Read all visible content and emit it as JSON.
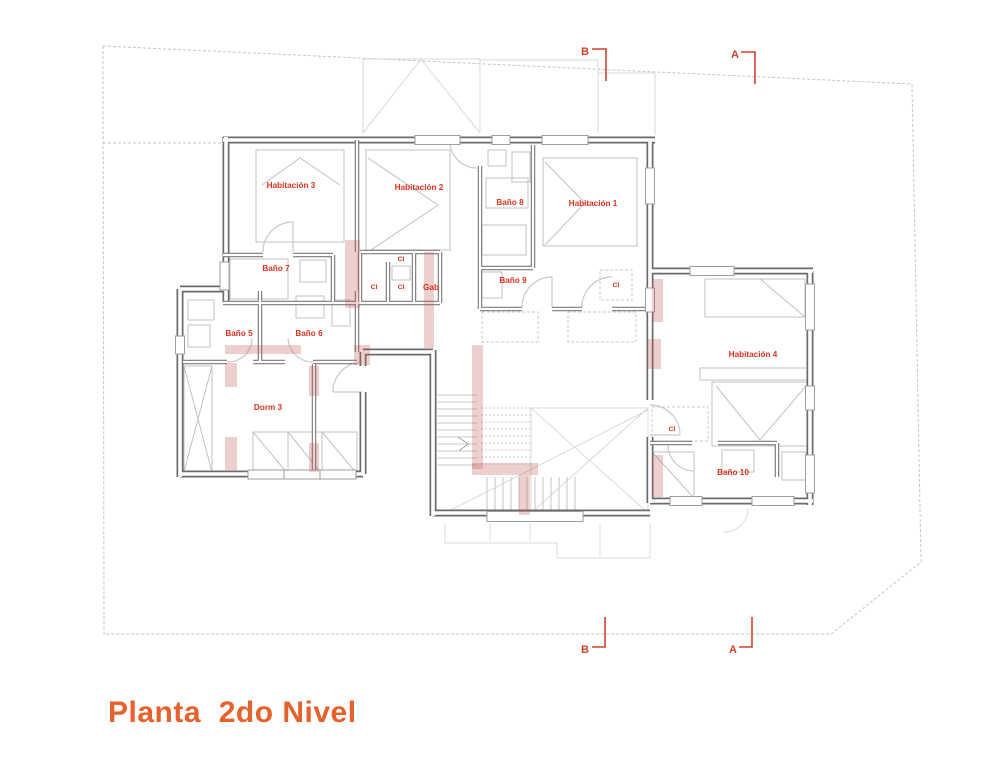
{
  "title": "Planta  2do Nivel",
  "section_markers": {
    "top_b": "B",
    "top_a": "A",
    "bottom_b": "B",
    "bottom_a": "A"
  },
  "plan": {
    "room_labels": [
      {
        "id": "habitacion-3",
        "text": "Habitación 3"
      },
      {
        "id": "habitacion-2",
        "text": "Habitación 2"
      },
      {
        "id": "bano-8",
        "text": "Baño 8"
      },
      {
        "id": "habitacion-1",
        "text": "Habitación 1"
      },
      {
        "id": "bano-7",
        "text": "Baño 7"
      },
      {
        "id": "ci-closet-top",
        "text": "CI"
      },
      {
        "id": "ci-closet-left",
        "text": "CI"
      },
      {
        "id": "ci-closet-mid",
        "text": "CI"
      },
      {
        "id": "gab",
        "text": "Gab"
      },
      {
        "id": "bano-9",
        "text": "Baño 9"
      },
      {
        "id": "ci-habitacion-1",
        "text": "CI"
      },
      {
        "id": "bano-5",
        "text": "Baño 5"
      },
      {
        "id": "bano-6",
        "text": "Baño 6"
      },
      {
        "id": "habitacion-4",
        "text": "Habitación 4"
      },
      {
        "id": "dorm-3",
        "text": "Dorm 3"
      },
      {
        "id": "ci-habitacion-4",
        "text": "CI"
      },
      {
        "id": "bano-10",
        "text": "Baño 10"
      }
    ]
  },
  "colors": {
    "room_label": "#e0301e",
    "section_marker": "#d5402a",
    "title": "#e8612c",
    "wall": "#6b6b6b",
    "interior_wall": "#7a7a7a",
    "furniture": "#c2c2c2",
    "highlight": "#c0544a",
    "boundary": "#c4c4c4"
  }
}
